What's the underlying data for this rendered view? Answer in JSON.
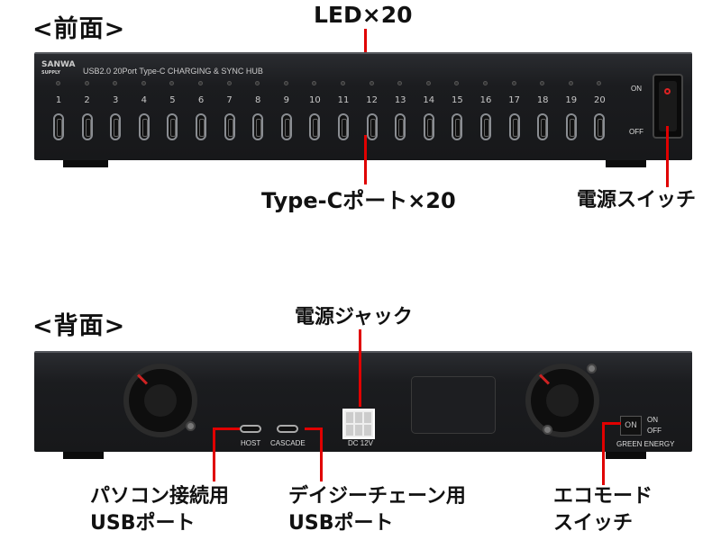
{
  "front": {
    "heading": "<前面>",
    "led_label": "LED×20",
    "port_label": "Type-Cポート×20",
    "switch_label": "電源スイッチ",
    "brand": "SANWA",
    "brand_sub": "SUPPLY",
    "model_text": "USB2.0 20Port Type-C CHARGING & SYNC HUB",
    "on": "ON",
    "off": "OFF",
    "ports": [
      "1",
      "2",
      "3",
      "4",
      "5",
      "6",
      "7",
      "8",
      "9",
      "10",
      "11",
      "12",
      "13",
      "14",
      "15",
      "16",
      "17",
      "18",
      "19",
      "20"
    ]
  },
  "back": {
    "heading": "<背面>",
    "jack_label": "電源ジャック",
    "host": "HOST",
    "cascade": "CASCADE",
    "dc": "DC 12V",
    "switch_text": "ON",
    "on": "ON",
    "off": "OFF",
    "green": "GREEN ENERGY",
    "host_label": [
      "パソコン接続用",
      "USBポート"
    ],
    "cascade_label": [
      "デイジーチェーン用",
      "USBポート"
    ],
    "eco_label": [
      "エコモード",
      "スイッチ"
    ]
  },
  "colors": {
    "callout": "#e00000"
  }
}
